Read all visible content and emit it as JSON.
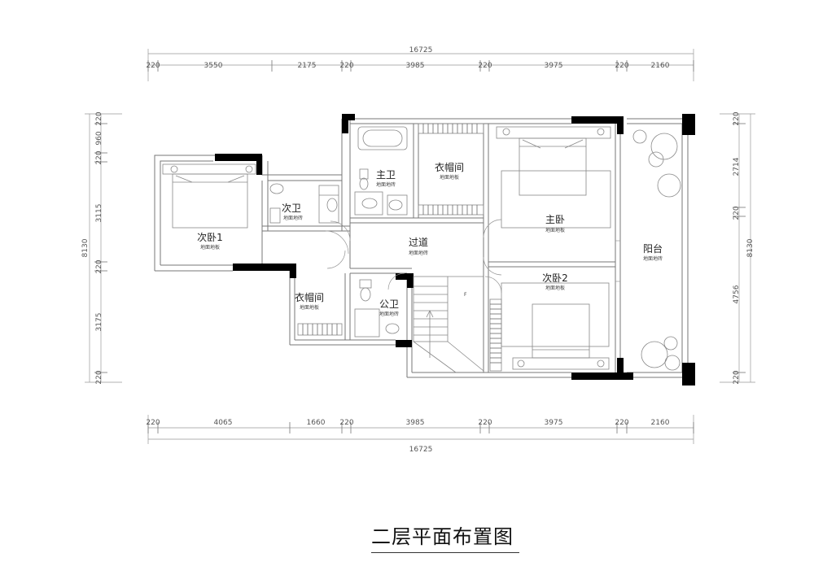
{
  "title": "二层平面布置图",
  "dimensions": {
    "top_total": "16725",
    "top": [
      "220",
      "3550",
      "2175",
      "220",
      "3985",
      "220",
      "3975",
      "220",
      "2160"
    ],
    "bottom": [
      "220",
      "4065",
      "1660",
      "220",
      "3985",
      "220",
      "3975",
      "220",
      "2160"
    ],
    "bottom_total": "16725",
    "left_total": "8130",
    "left": [
      "220",
      "960",
      "220",
      "3115",
      "220",
      "3175",
      "220"
    ],
    "right_total": "8130",
    "right": [
      "220",
      "2714",
      "220",
      "4756",
      "220"
    ]
  },
  "rooms": {
    "bed1": {
      "name": "次卧1",
      "floor": "地面地板"
    },
    "bath2": {
      "name": "次卫",
      "floor": "地面地砖"
    },
    "master_bath": {
      "name": "主卫",
      "floor": "地面地砖"
    },
    "master_closet": {
      "name": "衣帽间",
      "floor": "地面地板"
    },
    "master_bed": {
      "name": "主卧",
      "floor": "地面地板"
    },
    "hall": {
      "name": "过道",
      "floor": "地面地砖"
    },
    "balcony": {
      "name": "阳台",
      "floor": "地面地砖"
    },
    "bed2": {
      "name": "次卧2",
      "floor": "地面地板"
    },
    "closet2": {
      "name": "衣帽间",
      "floor": "地面地板"
    },
    "public_bath": {
      "name": "公卫",
      "floor": "地面地砖"
    }
  },
  "stair_marker": "F"
}
